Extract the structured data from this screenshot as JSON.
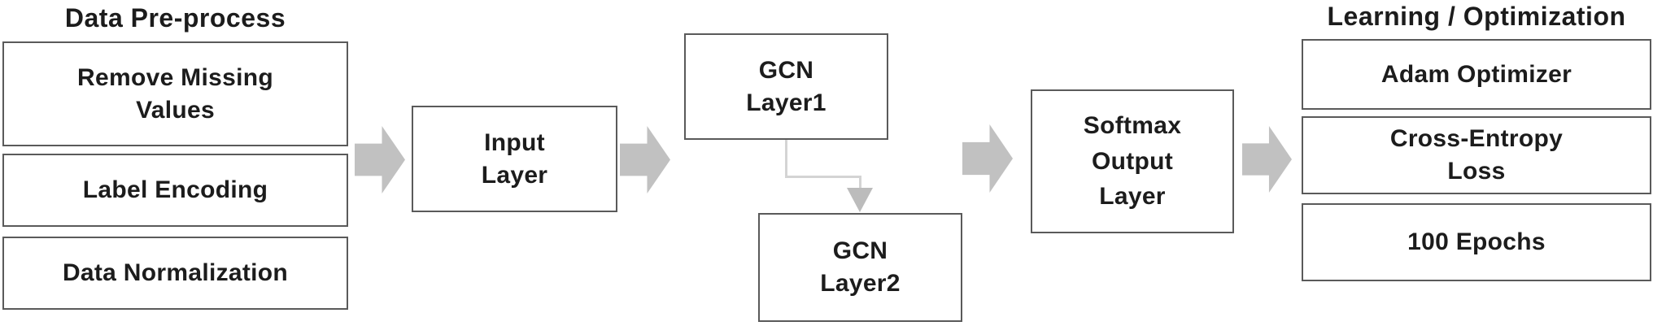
{
  "colors": {
    "box_border": "#5a5a5a",
    "arrow_fill": "#c1c1c1",
    "connector_line": "#d4d4d4",
    "connector_arrowhead": "#bcbcbc",
    "text": "#1c1c1c",
    "background": "#ffffff"
  },
  "preprocess": {
    "title": "Data Pre-process",
    "items": [
      "Remove Missing\nValues",
      "Label Encoding",
      "Data Normalization"
    ]
  },
  "input_layer": {
    "label": "Input\nLayer"
  },
  "gcn": {
    "layer1_label": "GCN\nLayer1",
    "layer2_label": "GCN\nLayer2"
  },
  "softmax": {
    "label": "Softmax\nOutput\nLayer"
  },
  "learning": {
    "title": "Learning / Optimization",
    "items": [
      "Adam Optimizer",
      "Cross-Entropy\nLoss",
      "100 Epochs"
    ]
  }
}
